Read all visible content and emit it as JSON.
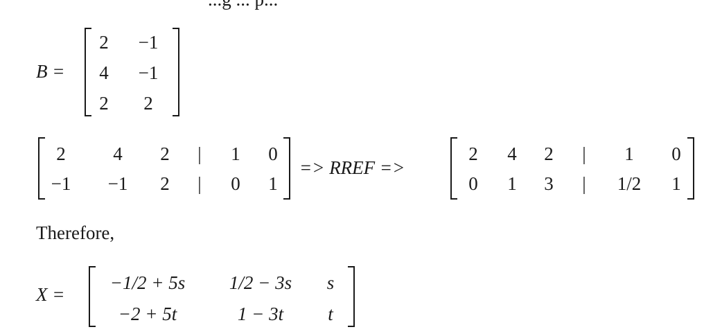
{
  "top_text_fragment": "...g ... p...",
  "matrix_b": {
    "label": "B =",
    "rows": [
      [
        "2",
        "−1"
      ],
      [
        "4",
        "−1"
      ],
      [
        "2",
        "2"
      ]
    ]
  },
  "augmented_left": {
    "rows": [
      [
        "2",
        "4",
        "2",
        "|",
        "1",
        "0"
      ],
      [
        "−1",
        "−1",
        "2",
        "|",
        "0",
        "1"
      ]
    ]
  },
  "arrow_text": "=> RREF =>",
  "augmented_right": {
    "rows": [
      [
        "2",
        "4",
        "2",
        "|",
        "1",
        "0"
      ],
      [
        "0",
        "1",
        "3",
        "|",
        "1/2",
        "1"
      ]
    ]
  },
  "therefore_text": "Therefore,",
  "matrix_x": {
    "label": "X =",
    "rows": [
      [
        "−1/2 + 5s",
        "1/2 − 3s",
        "s"
      ],
      [
        "−2 + 5t",
        "1 − 3t",
        "t"
      ]
    ]
  }
}
